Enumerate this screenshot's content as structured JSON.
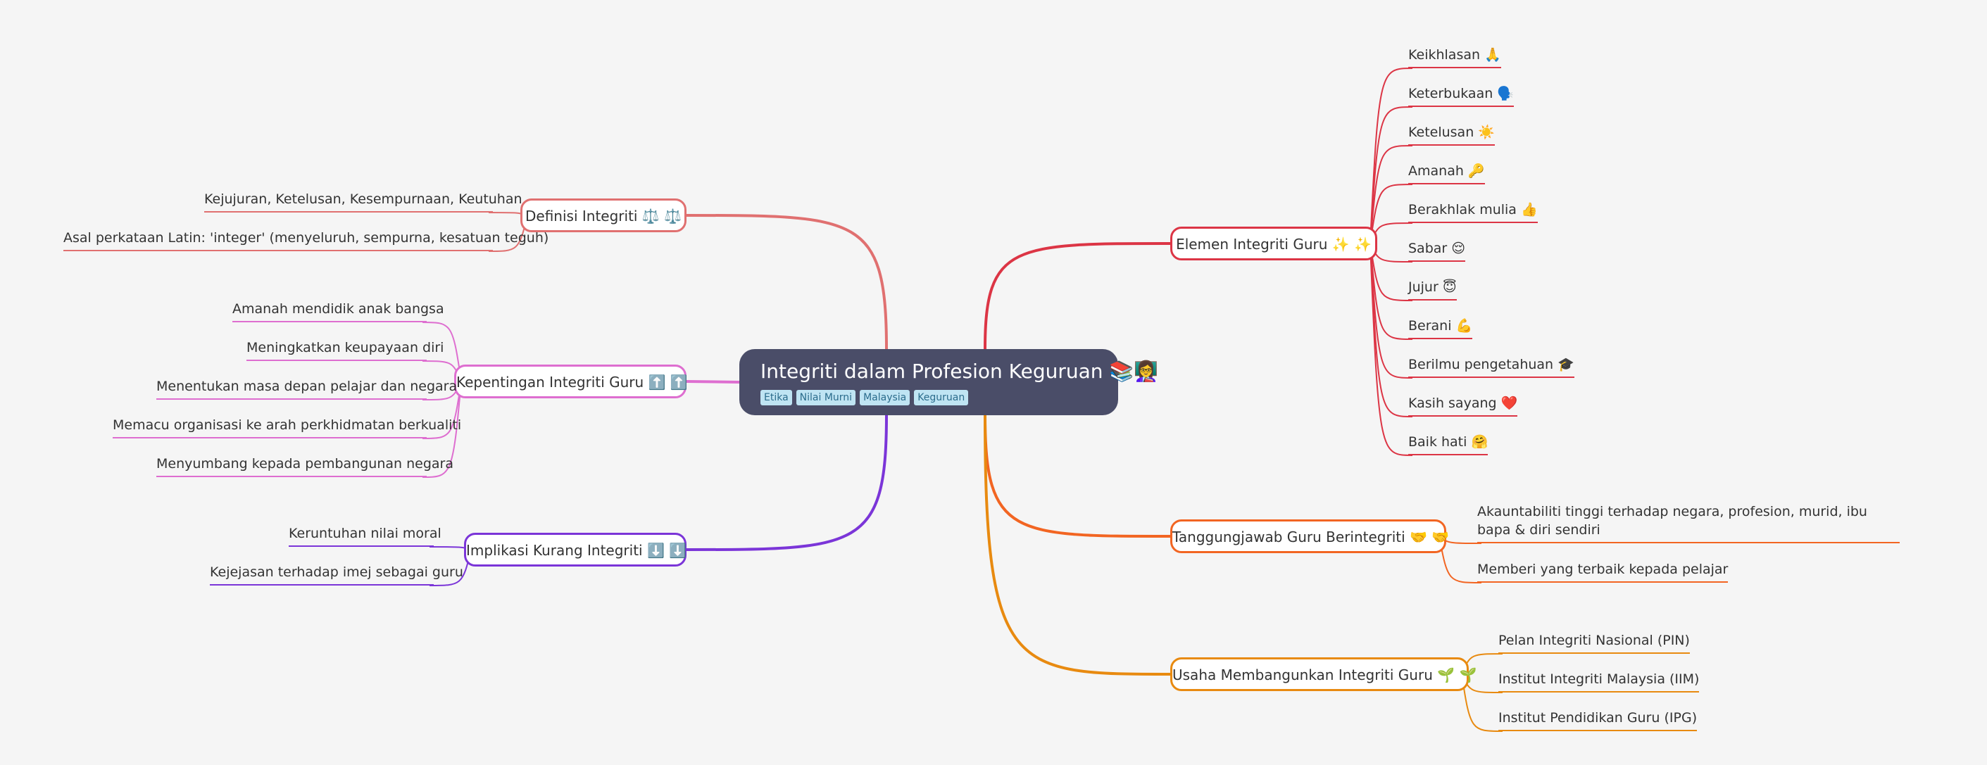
{
  "central": {
    "title": "Integriti dalam Profesion Keguruan 📚👩‍🏫",
    "tags": [
      "Etika",
      "Nilai Murni",
      "Malaysia",
      "Keguruan"
    ]
  },
  "colors": {
    "definisi": "#e07070",
    "kepentingan": "#de6ed0",
    "implikasi": "#7b35d8",
    "elemen": "#dc3545",
    "tanggungjawab": "#f26522",
    "usaha": "#e88a10"
  },
  "branches": {
    "definisi": {
      "label": "Definisi Integriti ⚖️ ⚖️",
      "children": [
        "Kejujuran, Ketelusan, Kesempurnaan, Keutuhan",
        "Asal perkataan Latin: 'integer' (menyeluruh, sempurna, kesatuan teguh)"
      ]
    },
    "kepentingan": {
      "label": "Kepentingan Integriti Guru ⬆️ ⬆️",
      "children": [
        "Amanah mendidik anak bangsa",
        "Meningkatkan keupayaan diri",
        "Menentukan masa depan pelajar dan negara",
        "Memacu organisasi ke arah perkhidmatan berkualiti",
        "Menyumbang kepada pembangunan negara"
      ]
    },
    "implikasi": {
      "label": "Implikasi Kurang Integriti ⬇️ ⬇️",
      "children": [
        "Keruntuhan nilai moral",
        "Kejejasan terhadap imej sebagai guru"
      ]
    },
    "elemen": {
      "label": "Elemen Integriti Guru ✨ ✨",
      "children": [
        "Keikhlasan 🙏",
        "Keterbukaan 🗣️",
        "Ketelusan ☀️",
        "Amanah 🔑",
        "Berakhlak mulia 👍",
        "Sabar 😌",
        "Jujur 😇",
        "Berani 💪",
        "Berilmu pengetahuan 🎓",
        "Kasih sayang ❤️",
        "Baik hati 🤗"
      ]
    },
    "tanggungjawab": {
      "label": "Tanggungjawab Guru Berintegriti 🤝 🤝",
      "children": [
        "Akauntabiliti tinggi terhadap negara, profesion, murid, ibu bapa & diri sendiri",
        "Memberi yang terbaik kepada pelajar"
      ]
    },
    "usaha": {
      "label": "Usaha Membangunkan Integriti Guru 🌱 🌱",
      "children": [
        "Pelan Integriti Nasional (PIN)",
        "Institut Integriti Malaysia (IIM)",
        "Institut Pendidikan Guru (IPG)"
      ]
    }
  }
}
